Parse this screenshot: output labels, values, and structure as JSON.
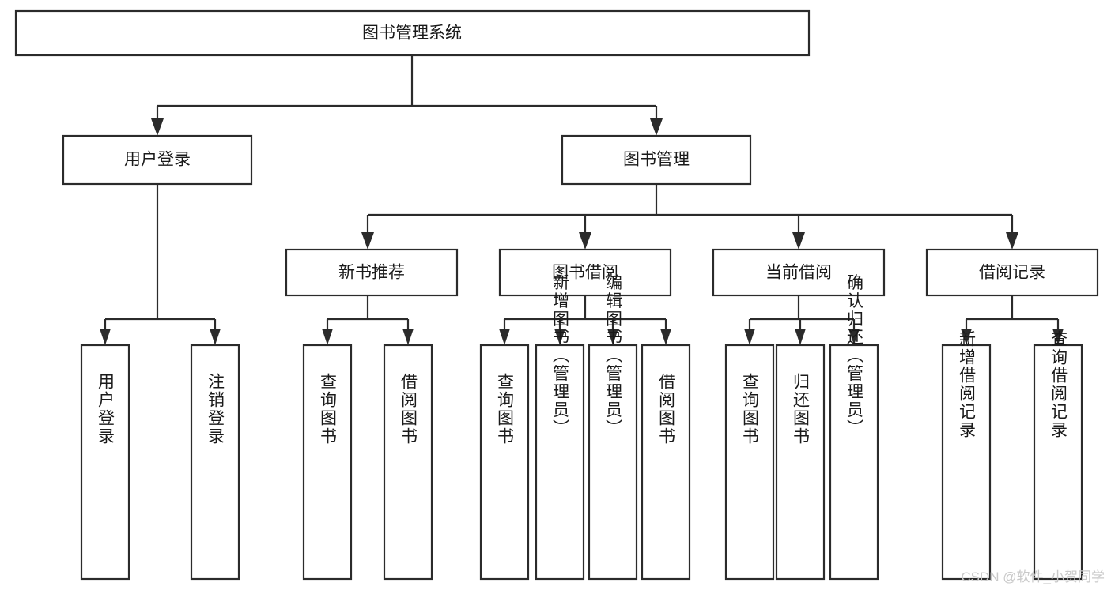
{
  "diagram": {
    "type": "tree-hierarchy",
    "title": "图书管理系统",
    "orientation": "top-down",
    "colors": {
      "box_fill": "#ffffff",
      "box_stroke": "#2b2b2b",
      "text": "#1a1a1a",
      "background": "#ffffff",
      "watermark": "#c9c9c9"
    },
    "levels": [
      {
        "level": 1,
        "nodes": [
          {
            "id": "root",
            "label": "图书管理系统",
            "orientation": "horizontal"
          }
        ]
      },
      {
        "level": 2,
        "nodes": [
          {
            "id": "user-login",
            "label": "用户登录",
            "orientation": "horizontal",
            "parent": "root"
          },
          {
            "id": "book-manage",
            "label": "图书管理",
            "orientation": "horizontal",
            "parent": "root"
          }
        ]
      },
      {
        "level": 3,
        "nodes": [
          {
            "id": "new-book-rec",
            "label": "新书推荐",
            "orientation": "horizontal",
            "parent": "book-manage"
          },
          {
            "id": "book-borrow",
            "label": "图书借阅",
            "orientation": "horizontal",
            "parent": "book-manage"
          },
          {
            "id": "current-borrow",
            "label": "当前借阅",
            "orientation": "horizontal",
            "parent": "book-manage"
          },
          {
            "id": "borrow-record",
            "label": "借阅记录",
            "orientation": "horizontal",
            "parent": "book-manage"
          }
        ]
      },
      {
        "level": 4,
        "nodes": [
          {
            "id": "leaf-user-login",
            "label": "用户登录",
            "orientation": "vertical",
            "parent": "user-login"
          },
          {
            "id": "leaf-logout",
            "label": "注销登录",
            "orientation": "vertical",
            "parent": "user-login"
          },
          {
            "id": "leaf-query-book-1",
            "label": "查询图书",
            "orientation": "vertical",
            "parent": "new-book-rec"
          },
          {
            "id": "leaf-borrow-book-1",
            "label": "借阅图书",
            "orientation": "vertical",
            "parent": "new-book-rec"
          },
          {
            "id": "leaf-query-book-2",
            "label": "查询图书",
            "orientation": "vertical",
            "parent": "book-borrow"
          },
          {
            "id": "leaf-add-book",
            "label": "新增图书（管理员）",
            "orientation": "vertical",
            "parent": "book-borrow"
          },
          {
            "id": "leaf-edit-book",
            "label": "编辑图书（管理员）",
            "orientation": "vertical",
            "parent": "book-borrow"
          },
          {
            "id": "leaf-borrow-book-2",
            "label": "借阅图书",
            "orientation": "vertical",
            "parent": "book-borrow"
          },
          {
            "id": "leaf-query-book-3",
            "label": "查询图书",
            "orientation": "vertical",
            "parent": "current-borrow"
          },
          {
            "id": "leaf-return-book",
            "label": "归还图书",
            "orientation": "vertical",
            "parent": "current-borrow"
          },
          {
            "id": "leaf-confirm-return",
            "label": "确认归还（管理员）",
            "orientation": "vertical",
            "parent": "current-borrow"
          },
          {
            "id": "leaf-add-record",
            "label": "新增借阅记录",
            "orientation": "vertical",
            "parent": "borrow-record"
          },
          {
            "id": "leaf-query-record",
            "label": "查询借阅记录",
            "orientation": "vertical",
            "parent": "borrow-record"
          }
        ]
      }
    ]
  },
  "watermark": {
    "text": "CSDN @软件_小贺同学"
  }
}
